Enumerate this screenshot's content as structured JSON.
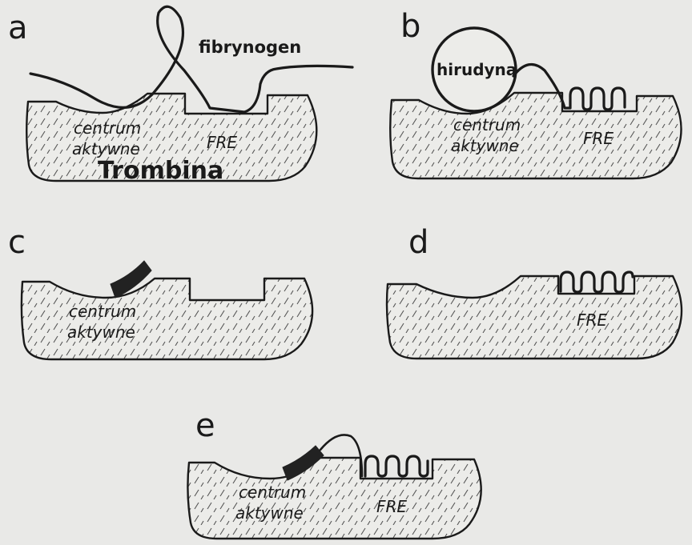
{
  "panels": {
    "a": {
      "letter": "a",
      "active_site": [
        "centrum",
        "aktywne"
      ],
      "exosite": "FRE",
      "ligand": "fibrynogen",
      "enzyme": "Trombina"
    },
    "b": {
      "letter": "b",
      "active_site": [
        "centrum",
        "aktywne"
      ],
      "exosite": "FRE",
      "ligand": "hirudyna"
    },
    "c": {
      "letter": "c",
      "active_site": [
        "centrum",
        "aktywne"
      ]
    },
    "d": {
      "letter": "d",
      "exosite": "FRE"
    },
    "e": {
      "letter": "e",
      "active_site": [
        "centrum",
        "aktywne"
      ],
      "exosite": "FRE"
    }
  },
  "colors": {
    "ink": "#1a1a1a",
    "background": "#e9e9e7"
  }
}
